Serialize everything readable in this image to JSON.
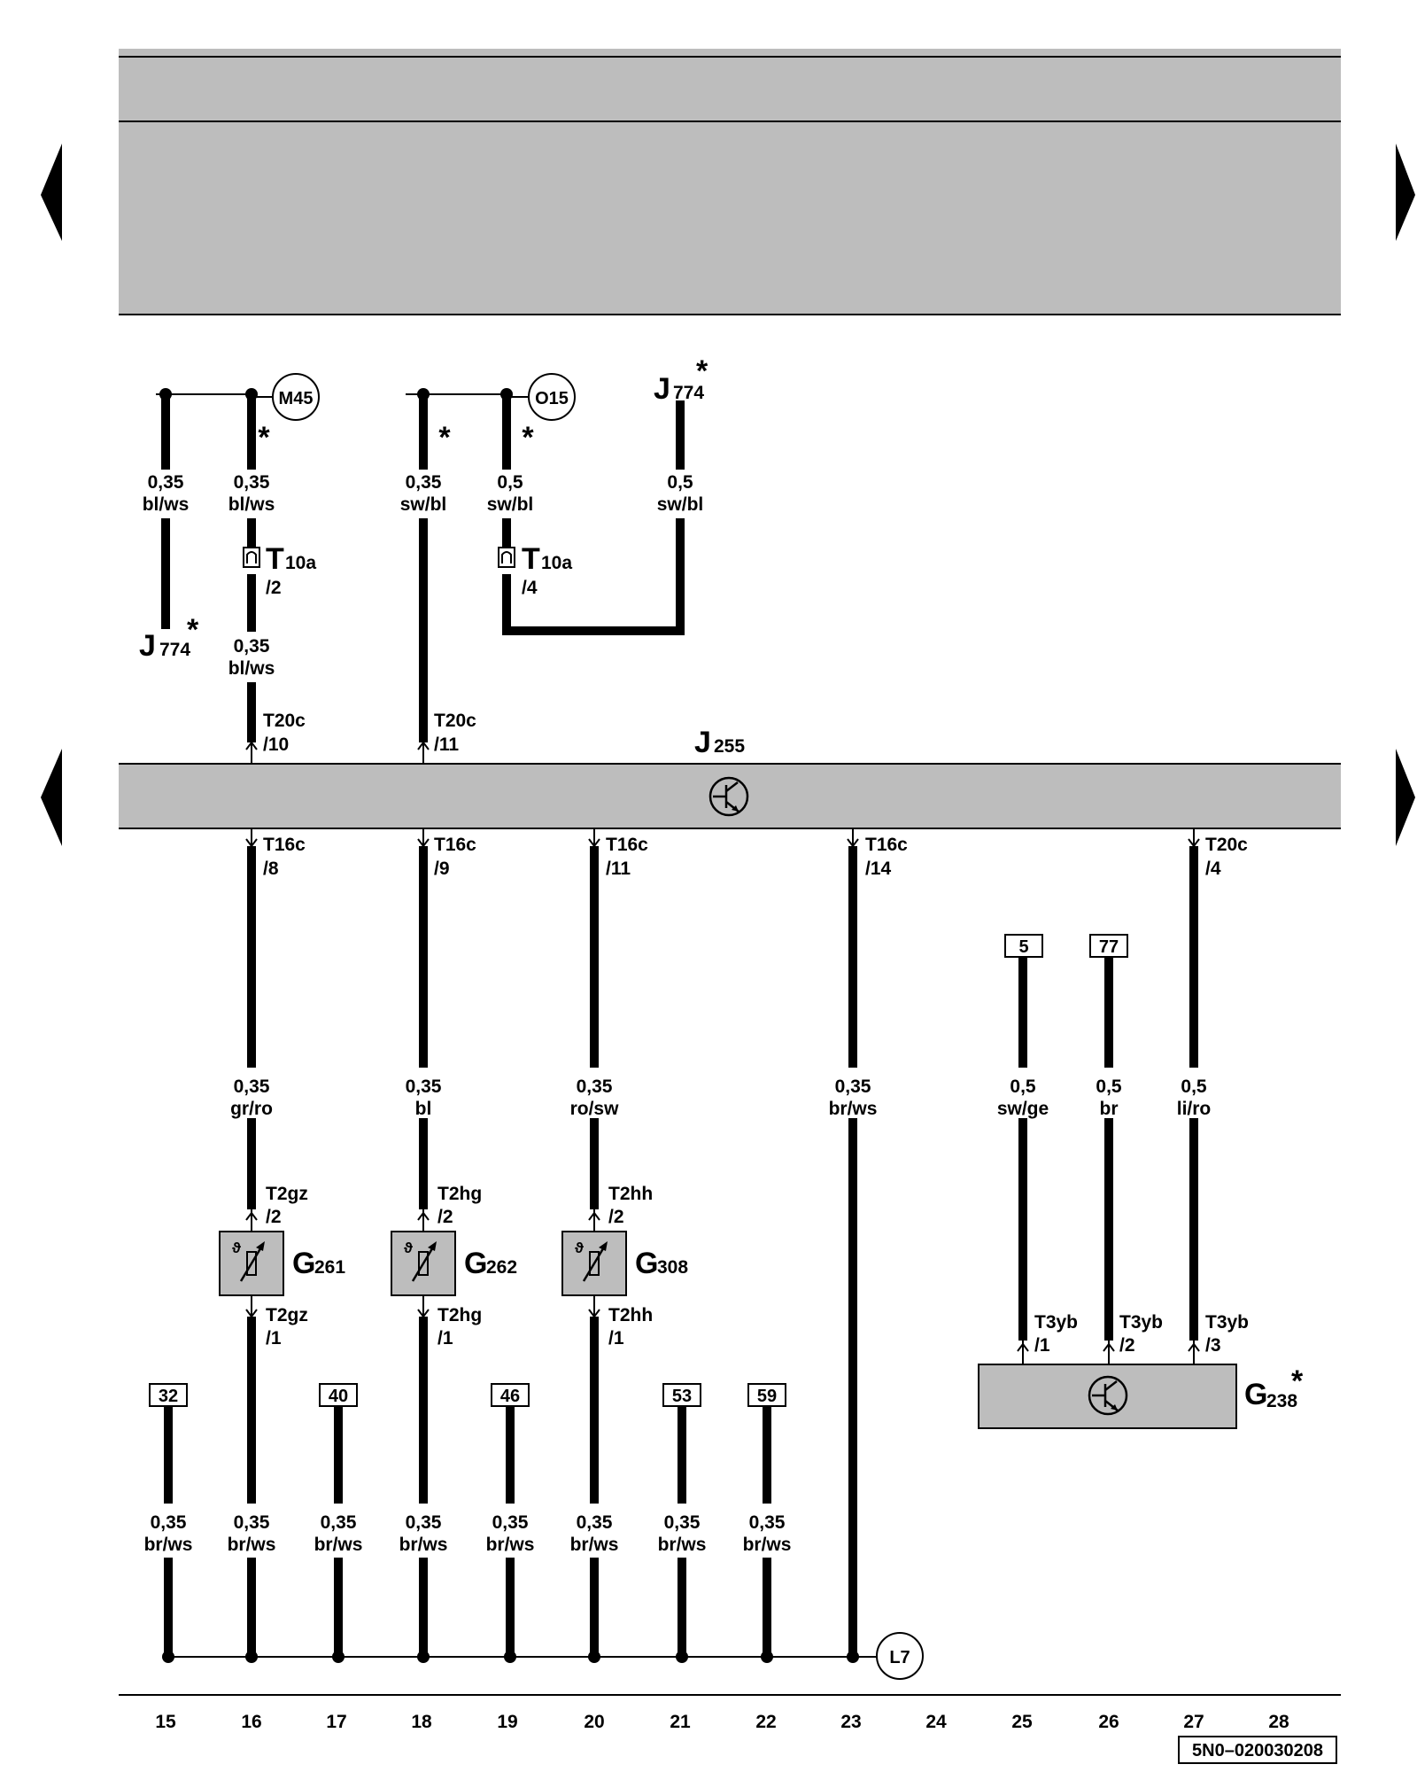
{
  "header_band": "",
  "nav_arrows": [
    "prev-page-arrow",
    "next-page-arrow",
    "prev-section-arrow",
    "next-section-arrow"
  ],
  "components": {
    "j255": {
      "letter": "J",
      "sub": "255",
      "icon": "control-unit-symbol-icon"
    },
    "g261": {
      "letter": "G",
      "sub": "261",
      "icon": "temperature-sensor-icon"
    },
    "g262": {
      "letter": "G",
      "sub": "262",
      "icon": "temperature-sensor-icon"
    },
    "g308": {
      "letter": "G",
      "sub": "308",
      "icon": "temperature-sensor-icon"
    },
    "g238": {
      "letter": "G",
      "sub": "238",
      "star": "*",
      "icon": "sensor-symbol-icon"
    },
    "j774_left": {
      "letter": "J",
      "sub": "774",
      "star": "*"
    },
    "j774_top": {
      "letter": "J",
      "sub": "774",
      "star": "*"
    },
    "t10a_a": {
      "letter": "T",
      "sub": "10a",
      "pin": "/2"
    },
    "t10a_b": {
      "letter": "T",
      "sub": "10a",
      "pin": "/4"
    }
  },
  "ground_points": {
    "m45": "M45",
    "o15": "O15",
    "l7": "L7"
  },
  "wire_labels": {
    "w1": {
      "size": "0,35",
      "color": "bl/ws"
    },
    "w2": {
      "size": "0,35",
      "color": "bl/ws"
    },
    "w2b": {
      "size": "0,35",
      "color": "bl/ws"
    },
    "w3": {
      "size": "0,35",
      "color": "sw/bl"
    },
    "w4": {
      "size": "0,5",
      "color": "sw/bl"
    },
    "w5": {
      "size": "0,5",
      "color": "sw/bl"
    },
    "w16": {
      "size": "0,35",
      "color": "gr/ro"
    },
    "w18": {
      "size": "0,35",
      "color": "bl"
    },
    "w20": {
      "size": "0,35",
      "color": "ro/sw"
    },
    "w23": {
      "size": "0,35",
      "color": "br/ws"
    },
    "w25": {
      "size": "0,5",
      "color": "sw/ge"
    },
    "w26": {
      "size": "0,5",
      "color": "br"
    },
    "w27": {
      "size": "0,5",
      "color": "li/ro"
    },
    "g15": {
      "size": "0,35",
      "color": "br/ws"
    },
    "g16": {
      "size": "0,35",
      "color": "br/ws"
    },
    "g17": {
      "size": "0,35",
      "color": "br/ws"
    },
    "g18": {
      "size": "0,35",
      "color": "br/ws"
    },
    "g19": {
      "size": "0,35",
      "color": "br/ws"
    },
    "g20": {
      "size": "0,35",
      "color": "br/ws"
    },
    "g21": {
      "size": "0,35",
      "color": "br/ws"
    },
    "g22": {
      "size": "0,35",
      "color": "br/ws"
    }
  },
  "connector_labels": {
    "t20c_10": {
      "name": "T20c",
      "pin": "/10"
    },
    "t20c_11": {
      "name": "T20c",
      "pin": "/11"
    },
    "t16c_8": {
      "name": "T16c",
      "pin": "/8"
    },
    "t16c_9": {
      "name": "T16c",
      "pin": "/9"
    },
    "t16c_11": {
      "name": "T16c",
      "pin": "/11"
    },
    "t16c_14": {
      "name": "T16c",
      "pin": "/14"
    },
    "t20c_4": {
      "name": "T20c",
      "pin": "/4"
    },
    "t2gz_2": {
      "name": "T2gz",
      "pin": "/2"
    },
    "t2gz_1": {
      "name": "T2gz",
      "pin": "/1"
    },
    "t2hg_2": {
      "name": "T2hg",
      "pin": "/2"
    },
    "t2hg_1": {
      "name": "T2hg",
      "pin": "/1"
    },
    "t2hh_2": {
      "name": "T2hh",
      "pin": "/2"
    },
    "t2hh_1": {
      "name": "T2hh",
      "pin": "/1"
    },
    "t3yb_1": {
      "name": "T3yb",
      "pin": "/1"
    },
    "t3yb_2": {
      "name": "T3yb",
      "pin": "/2"
    },
    "t3yb_3": {
      "name": "T3yb",
      "pin": "/3"
    }
  },
  "stars": {
    "s_w2": "*",
    "s_w3": "*",
    "s_w4": "*"
  },
  "references": {
    "r5": "5",
    "r77": "77",
    "r32": "32",
    "r40": "40",
    "r46": "46",
    "r53": "53",
    "r59": "59"
  },
  "columns": [
    "15",
    "16",
    "17",
    "18",
    "19",
    "20",
    "21",
    "22",
    "23",
    "24",
    "25",
    "26",
    "27",
    "28"
  ],
  "drawing_code": "5N0–020030208",
  "colors": {
    "band": "#bdbdbd",
    "component_fill": "#bdbdbd",
    "line": "#000000"
  }
}
